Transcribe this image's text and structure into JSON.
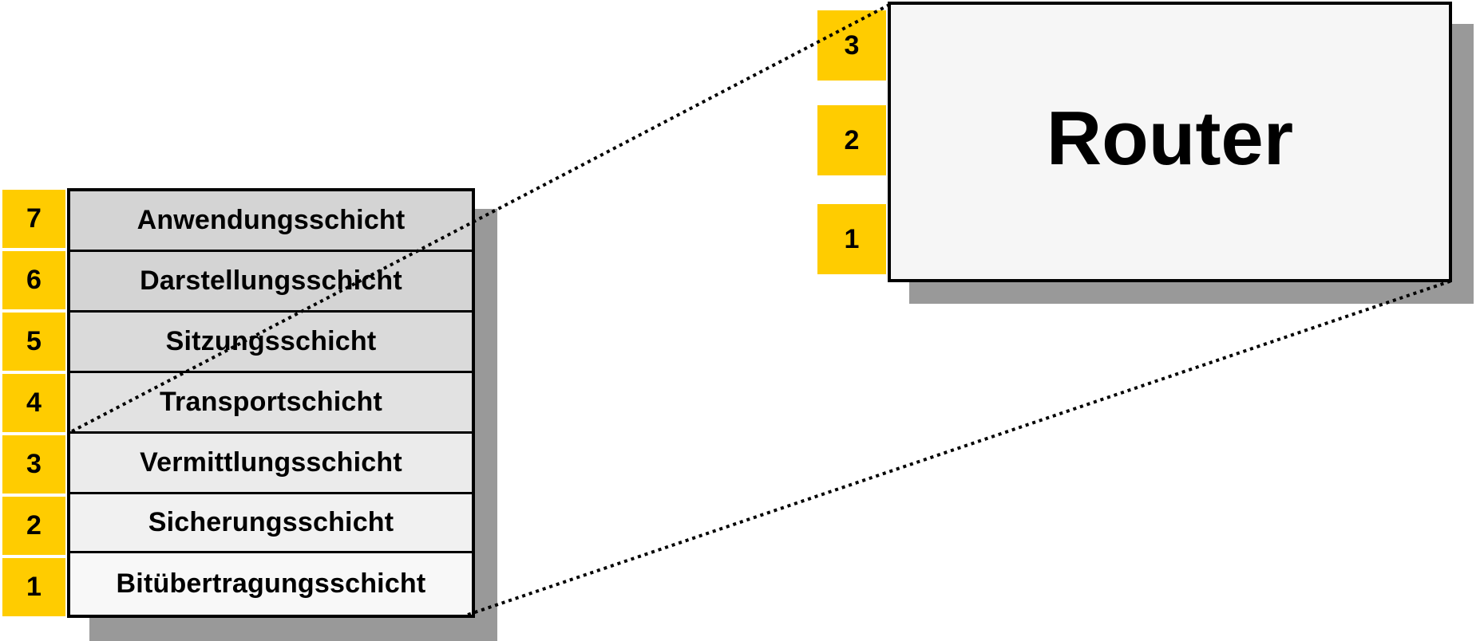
{
  "osi_stack": {
    "layers": [
      {
        "number": "7",
        "name": "Anwendungsschicht",
        "fill": "#d4d4d4"
      },
      {
        "number": "6",
        "name": "Darstellungsschicht",
        "fill": "#d4d4d4"
      },
      {
        "number": "5",
        "name": "Sitzungsschicht",
        "fill": "#dadada"
      },
      {
        "number": "4",
        "name": "Transportschicht",
        "fill": "#e2e2e2"
      },
      {
        "number": "3",
        "name": "Vermittlungsschicht",
        "fill": "#ebebeb"
      },
      {
        "number": "2",
        "name": "Sicherungsschicht",
        "fill": "#f1f1f1"
      },
      {
        "number": "1",
        "name": "Bitübertragungsschicht",
        "fill": "#f8f8f8"
      }
    ]
  },
  "router": {
    "label": "Router",
    "layers": [
      "3",
      "2",
      "1"
    ]
  },
  "colors": {
    "badge": "#ffcc00",
    "border": "#000000",
    "shadow": "#999999"
  }
}
